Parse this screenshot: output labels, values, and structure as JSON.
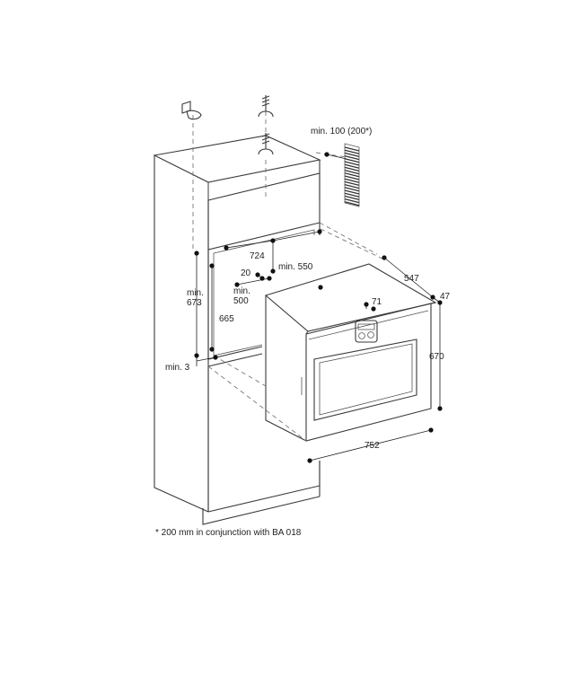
{
  "dimensions": {
    "min_100": "min. 100 (200*)",
    "d724": "724",
    "min_550": "min. 550",
    "d20": "20",
    "min_500_a": "min.",
    "min_500_b": "500",
    "min_673_a": "min.",
    "min_673_b": "673",
    "d665": "665",
    "min_3": "min. 3",
    "d547": "547",
    "d47": "47",
    "d71": "71",
    "d670": "670",
    "d752": "752"
  },
  "footnote": "* 200 mm in conjunction with BA 018",
  "icons": [
    "power-socket-icon",
    "ground-symbol-icon",
    "ground-symbol-icon"
  ],
  "colors": {
    "line": "#3a3a3a",
    "text": "#222222",
    "background": "#ffffff"
  }
}
